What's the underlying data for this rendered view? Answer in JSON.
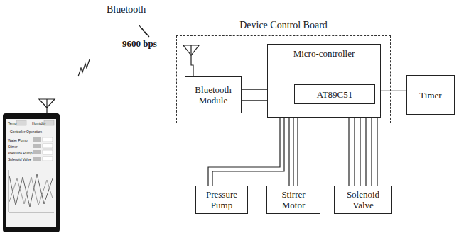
{
  "diagram": {
    "nodes": [
      {
        "text": [
          "Device Control Board"
        ]
      },
      {
        "text": [
          "Bluetooth Module"
        ],
        "in": 0
      },
      {
        "text": [
          "Micro-controller"
        ],
        "in": 0
      },
      {
        "text": [
          "AT89C51"
        ],
        "in": 2
      },
      {
        "text": [
          "Timer"
        ]
      },
      {
        "text": [
          "Pressure Pump"
        ]
      },
      {
        "text": [
          "Stirrer Motor"
        ]
      },
      {
        "text": [
          "Solenoid Valve"
        ]
      }
    ],
    "edges": [
      {
        "from": 1,
        "to": 2,
        "arrow": "none"
      },
      {
        "from": 1,
        "to": 2,
        "arrow": "none"
      },
      {
        "from": 2,
        "to": 4,
        "arrow": "none"
      },
      {
        "from": 2,
        "to": 5,
        "arrow": "none"
      },
      {
        "from": 2,
        "to": 5,
        "arrow": "none"
      },
      {
        "from": 2,
        "to": 6,
        "arrow": "none"
      },
      {
        "from": 2,
        "to": 6,
        "arrow": "none"
      },
      {
        "from": 2,
        "to": 6,
        "arrow": "none"
      },
      {
        "from": 2,
        "to": 7,
        "arrow": "none"
      },
      {
        "from": 2,
        "to": 7,
        "arrow": "none"
      },
      {
        "from": 2,
        "to": 7,
        "arrow": "none"
      },
      {
        "from": 2,
        "to": 7,
        "arrow": "none"
      },
      {
        "from": 2,
        "to": 7,
        "arrow": "none"
      },
      {
        "from": 2,
        "to": 7,
        "arrow": "none"
      }
    ],
    "labels": [
      "Bluetooth",
      "9600 bps",
      "Temp",
      "Humidity",
      "Controller Operation",
      "Water Pump",
      "Stirrer",
      "Pressure Pump",
      "Solenoid Valve"
    ]
  }
}
